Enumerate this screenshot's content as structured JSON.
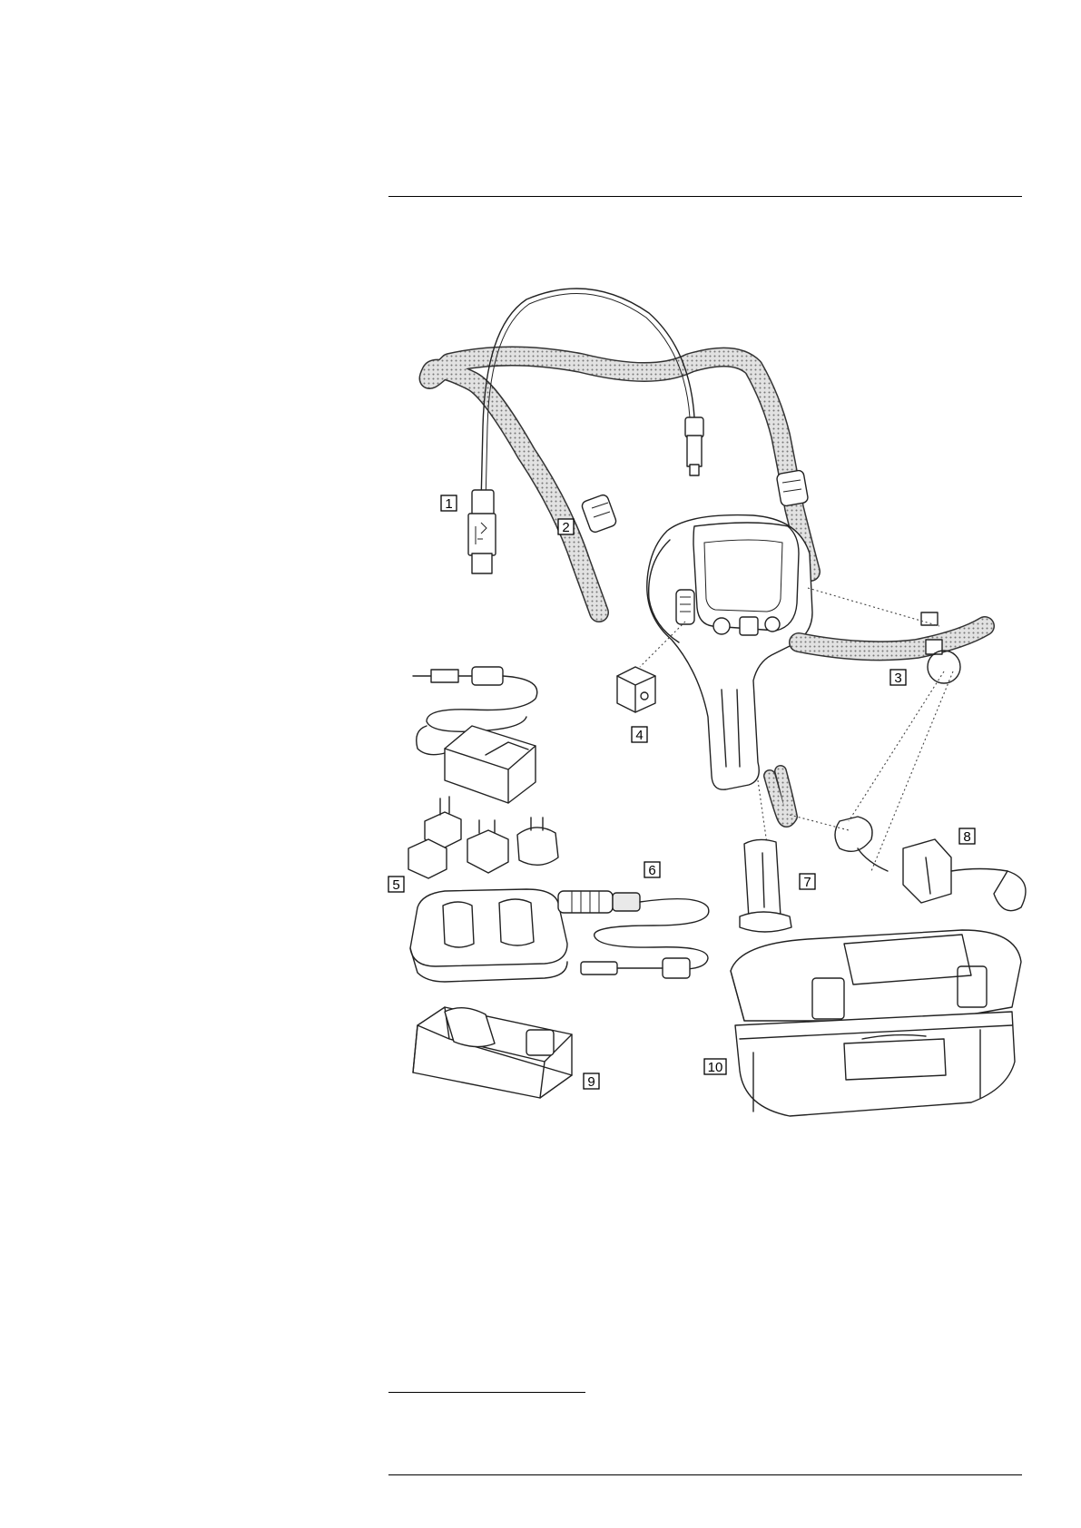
{
  "figure": {
    "callouts": [
      {
        "id": "usb-cable",
        "text": "1"
      },
      {
        "id": "neck-strap",
        "text": "2"
      },
      {
        "id": "hand-strap",
        "text": "3"
      },
      {
        "id": "tripod-adapter",
        "text": "4"
      },
      {
        "id": "power-supply",
        "text": "5"
      },
      {
        "id": "car-charger",
        "text": "6"
      },
      {
        "id": "battery",
        "text": "7"
      },
      {
        "id": "lanyard-clip",
        "text": "8"
      },
      {
        "id": "camera-stand",
        "text": "9"
      },
      {
        "id": "transport-case",
        "text": "10"
      }
    ]
  }
}
